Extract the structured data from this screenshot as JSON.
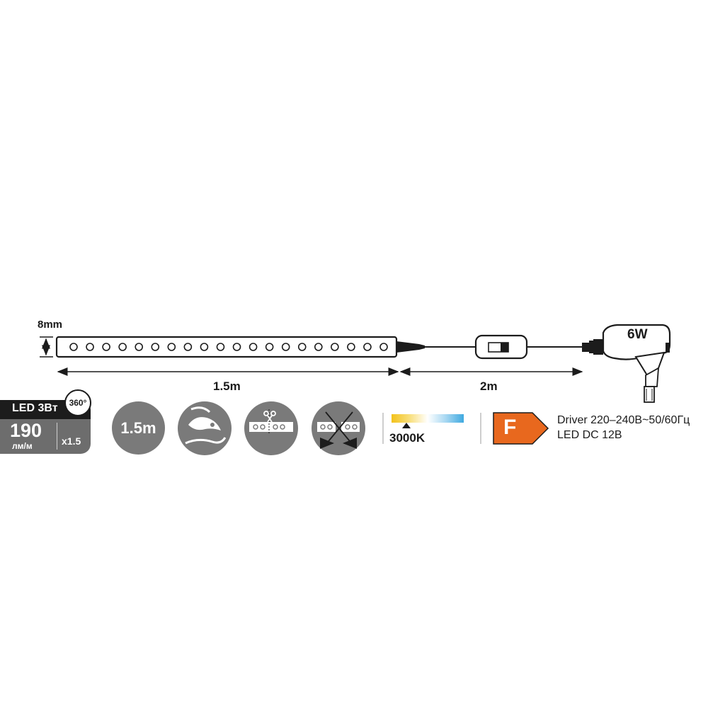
{
  "dimensions": {
    "strip_height": "8mm",
    "strip_length": "1.5m",
    "cable_length": "2m"
  },
  "adapter_power": "6W",
  "led_badge": {
    "power": "LED 3Вт",
    "lumens": "190",
    "lumens_unit": "лм/м",
    "beam_angle": "360°",
    "multiplier": "x1.5"
  },
  "length_badge": "1.5m",
  "feature_icons": [
    "flexible-mount-icon",
    "cuttable-strip-icon",
    "not-connectable-icon"
  ],
  "color_temperature": {
    "label": "3000K",
    "warm_color": "#F3C21B",
    "cool_color": "#3FA9E0"
  },
  "energy_class": {
    "label": "F",
    "color": "#E8681E"
  },
  "driver": {
    "line1": "Driver 220–240В~50/60Гц",
    "line2": "LED DC 12В"
  },
  "colors": {
    "dark": "#1c1c1c",
    "grey": "#7a7a7a"
  }
}
